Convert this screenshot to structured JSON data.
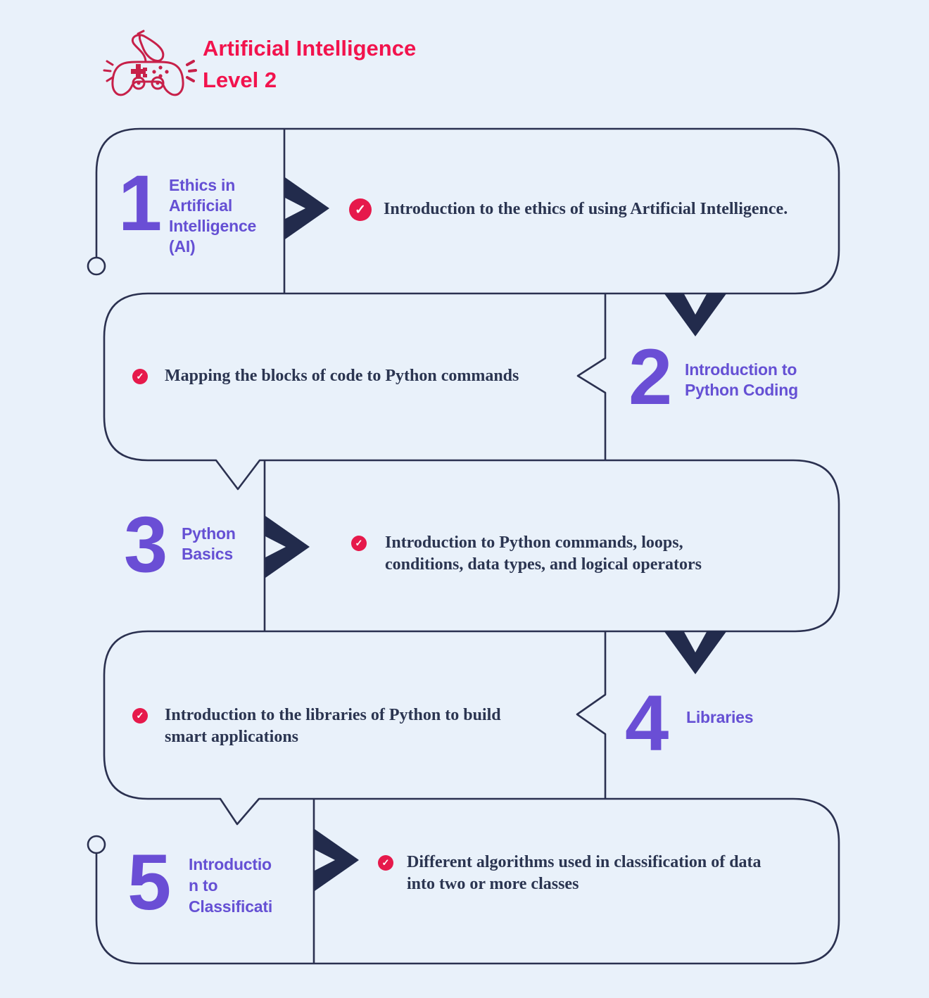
{
  "header": {
    "title_line1": "Artificial Intelligence",
    "title_line2": "Level 2"
  },
  "icons": {
    "check_glyph": "✓",
    "game_controller": "game-controller-icon",
    "chevron_right": "chevron-right-icon",
    "arrow_down": "arrow-down-icon"
  },
  "colors": {
    "background": "#e9f1fa",
    "outline_navy": "#2b3150",
    "arrow_navy": "#222b4c",
    "accent_purple": "#6a4ed5",
    "check_red": "#e6194b",
    "title_red": "#f2134d",
    "body_text": "#2b3551",
    "controller_crimson": "#c72049"
  },
  "steps": [
    {
      "number": "1",
      "label_lines": [
        "Ethics in",
        "Artificial",
        "Intelligence",
        "(AI)"
      ],
      "desc_lines": [
        "Introduction to the ethics of using Artificial Intelligence."
      ]
    },
    {
      "number": "2",
      "label_lines": [
        "Introduction to",
        "Python Coding"
      ],
      "desc_lines": [
        "Mapping the blocks of code to Python commands"
      ]
    },
    {
      "number": "3",
      "label_lines": [
        "Python",
        "Basics"
      ],
      "desc_lines": [
        "Introduction to Python commands, loops,",
        "conditions, data types, and logical operators"
      ]
    },
    {
      "number": "4",
      "label_lines": [
        "Libraries"
      ],
      "desc_lines": [
        "Introduction to the libraries of Python to build",
        "smart applications"
      ]
    },
    {
      "number": "5",
      "label_lines": [
        "Introductio",
        "n to",
        "Classificati"
      ],
      "desc_lines": [
        "Different algorithms used in classification of data",
        "into two or more classes"
      ]
    }
  ]
}
